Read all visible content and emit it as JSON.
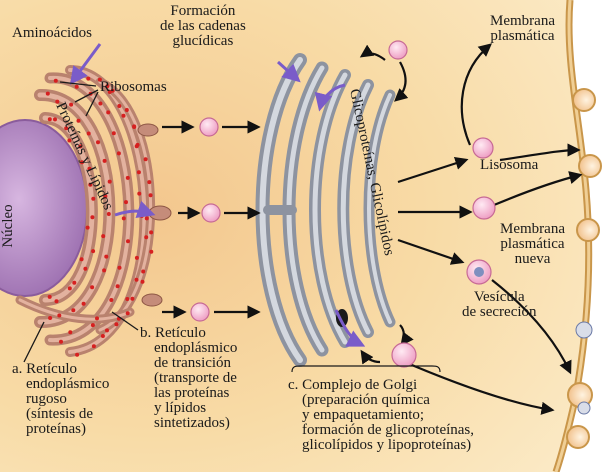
{
  "labels": {
    "aminoacidos": "Aminoácidos",
    "ribosomas": "Ribosomas",
    "formacion_cadenas": [
      "Formación",
      "de las cadenas",
      "glucídicas"
    ],
    "membrana_plasmatica": [
      "Membrana",
      "plasmática"
    ],
    "nucleo": "Núcleo",
    "proteinas_y_lipidos": "Proteínas y Lípidos",
    "glicoproteinas_glicolipidos": "Glicoproteínas, Glicolípidos",
    "lisosoma": "Lisosoma",
    "membrana_nueva": [
      "Membrana",
      "plasmática",
      "nueva"
    ],
    "vesicula_secrecion": [
      "Vesícula",
      "de secreción"
    ],
    "reticulo_rugoso": [
      "a. Retículo",
      "endoplásmico",
      "rugoso",
      "(síntesis de",
      "proteínas)"
    ],
    "reticulo_transicion": [
      "b. Retículo",
      "endoplásmico",
      "de transición",
      "(transporte de",
      "las proteínas",
      "y lípidos",
      "sintetizados)"
    ],
    "complejo_golgi": [
      "c. Complejo de Golgi",
      "(preparación química",
      "y empaquetamiento;",
      "formación de glicoproteínas,",
      "glicolípidos y lipoproteínas)"
    ]
  },
  "colors": {
    "background_warm": "#f9dfa8",
    "cell_membrane": "#d8a95a",
    "nucleus": "#b78cc8",
    "endoplasmic_reticulum": "#c58c7a",
    "ribosome_dots": "#d62020",
    "golgi": "#9aa0ab",
    "vesicle": "#f6c5dc",
    "purple_arrow": "#7a5cc9"
  }
}
